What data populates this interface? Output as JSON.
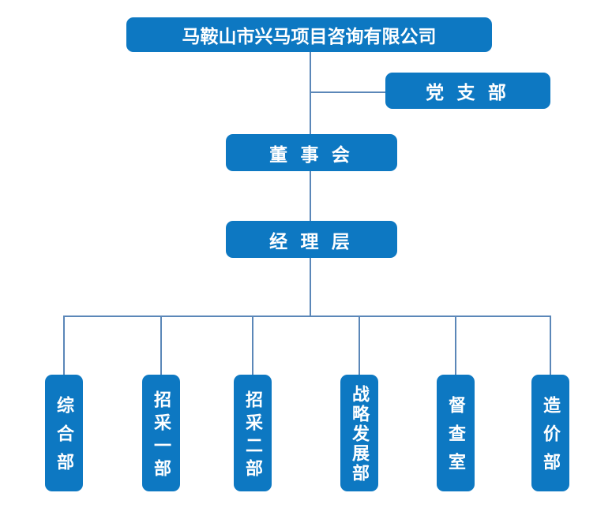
{
  "org_chart": {
    "root": {
      "label": "马鞍山市兴马项目咨询有限公司"
    },
    "party_branch": {
      "label": "党 支 部"
    },
    "board": {
      "label": "董 事 会"
    },
    "management": {
      "label": "经 理 层"
    },
    "departments": [
      {
        "label": "综合部"
      },
      {
        "label": "招采一部"
      },
      {
        "label": "招采二部"
      },
      {
        "label": "战略发展部"
      },
      {
        "label": "督查室"
      },
      {
        "label": "造价部"
      }
    ]
  },
  "colors": {
    "box_fill": "#0d78c2",
    "box_text": "#ffffff",
    "connector": "#5b87b8",
    "background": "#ffffff"
  }
}
